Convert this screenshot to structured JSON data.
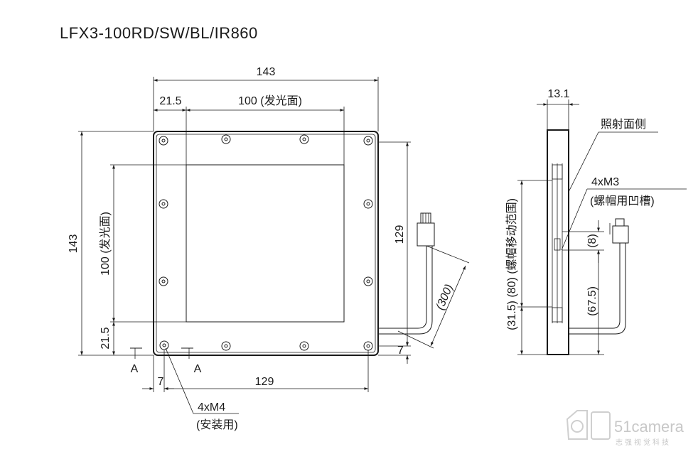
{
  "title": "LFX3-100RD/SW/BL/IR860",
  "front_view": {
    "dim_overall_width": "143",
    "dim_left_margin": "21.5",
    "dim_emitting_width": "100 (发光面)",
    "dim_overall_height": "143",
    "dim_emitting_height": "100 (发光面)",
    "dim_bottom_margin": "21.5",
    "dim_cable_height": "129",
    "dim_cable_length": "(300)",
    "dim_right_bottom": "7",
    "dim_bottom_left": "7",
    "dim_hole_pitch": "129",
    "section_mark_left": "A",
    "section_mark_right": "A",
    "mount_label_line1": "4xM4",
    "mount_label_line2": "(安装用)"
  },
  "side_view": {
    "dim_thickness": "13.1",
    "label_illum_side": "照射面侧",
    "label_screw_line1": "4xM3",
    "label_screw_line2": "(螺帽用凹槽)",
    "dim_screw_range": "(31.5) (80) (螺帽移动范围)",
    "dim_8": "(8)",
    "dim_67_5": "(67.5)"
  },
  "watermark": {
    "brand": "51camera",
    "subtitle": "志强视觉科技"
  }
}
